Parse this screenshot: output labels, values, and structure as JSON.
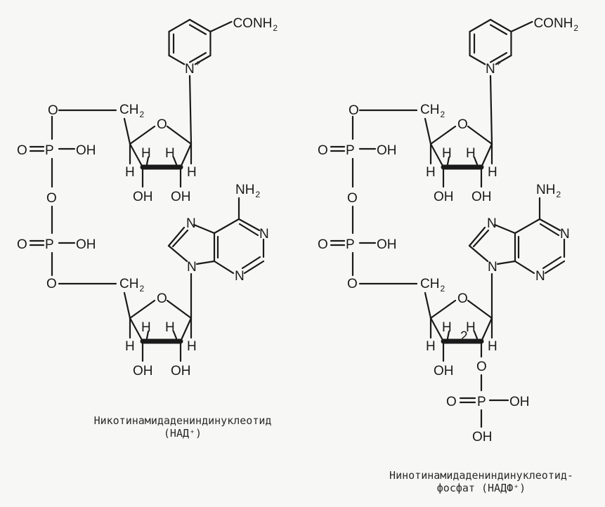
{
  "atoms": {
    "o": "O",
    "p": "P",
    "oh": "OH",
    "ch2": "CH",
    "sub2": "2",
    "h": "H",
    "n": "N",
    "plus": "+",
    "nh2": "NH",
    "conh2": "CONH",
    "eq": "O"
  },
  "captions": {
    "nad_line1": "Никотинамидадениндинуклеотид",
    "nad_line2": "(НАД⁺)",
    "nadp_line1": "Нинотинамидадениндинуклеотид-",
    "nadp_line2": "фосфат (НАДФ⁺)"
  }
}
